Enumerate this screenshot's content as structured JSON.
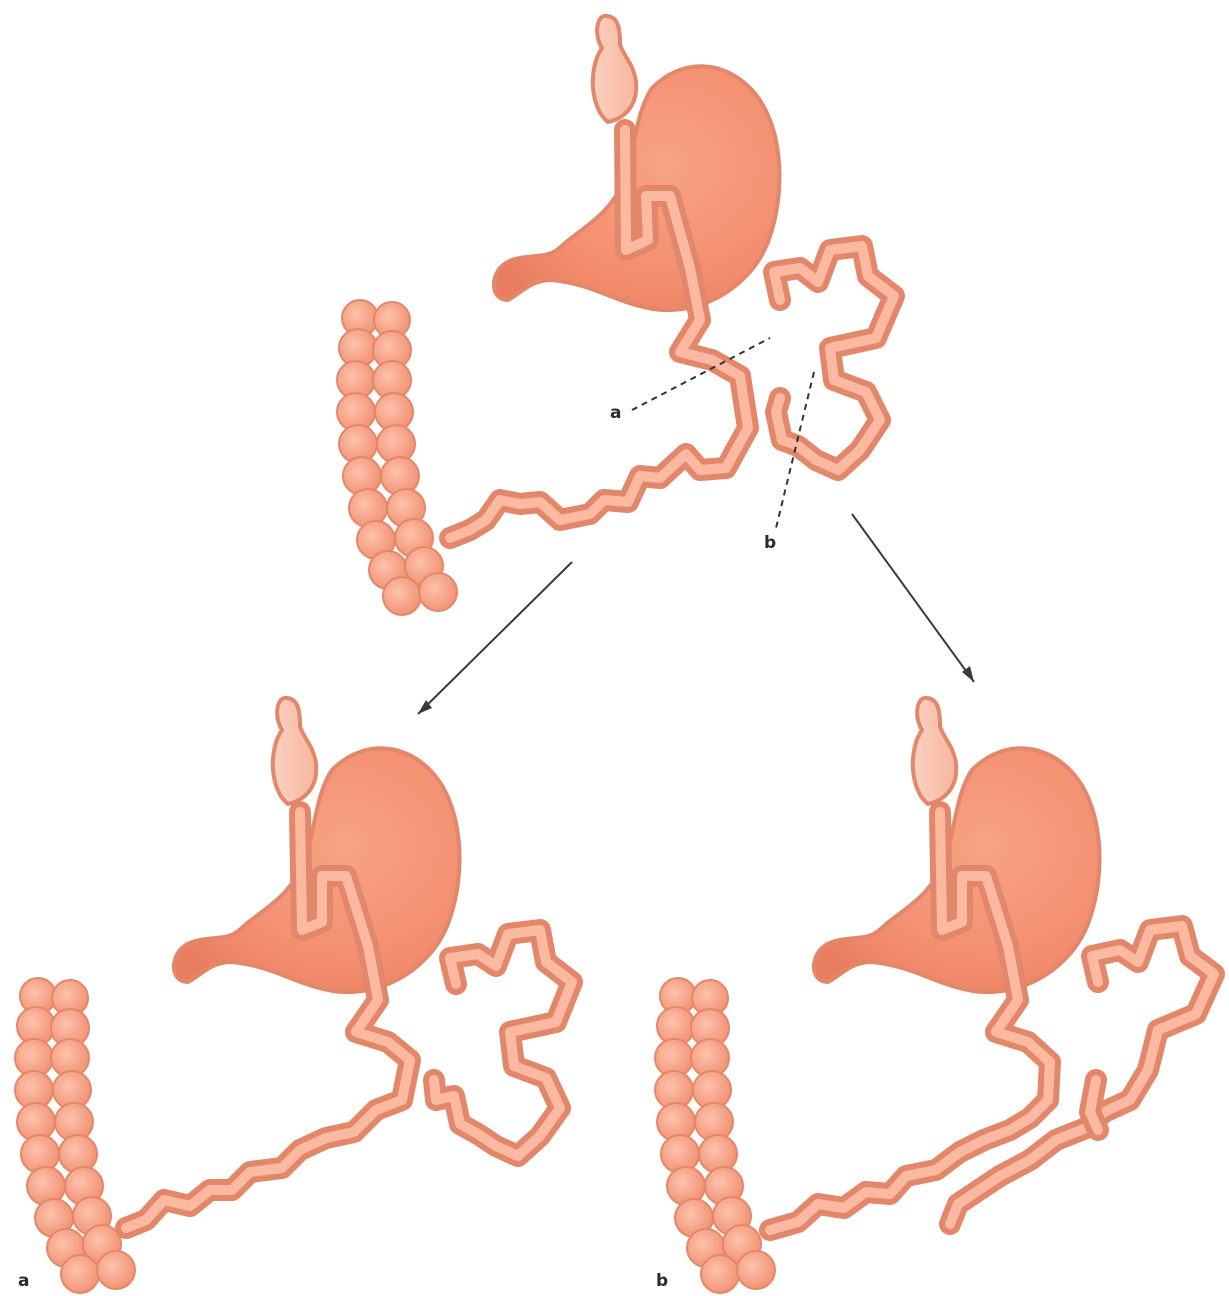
{
  "labels": {
    "top_cut_a": "a",
    "top_cut_b": "b",
    "bottom_left_panel": "a",
    "bottom_right_panel": "b"
  },
  "colors": {
    "tissue_fill": "#f59c7f",
    "tissue_outline": "#e3876a",
    "tissue_highlight": "#fbb9a2",
    "arrow": "#3a3a3a"
  }
}
